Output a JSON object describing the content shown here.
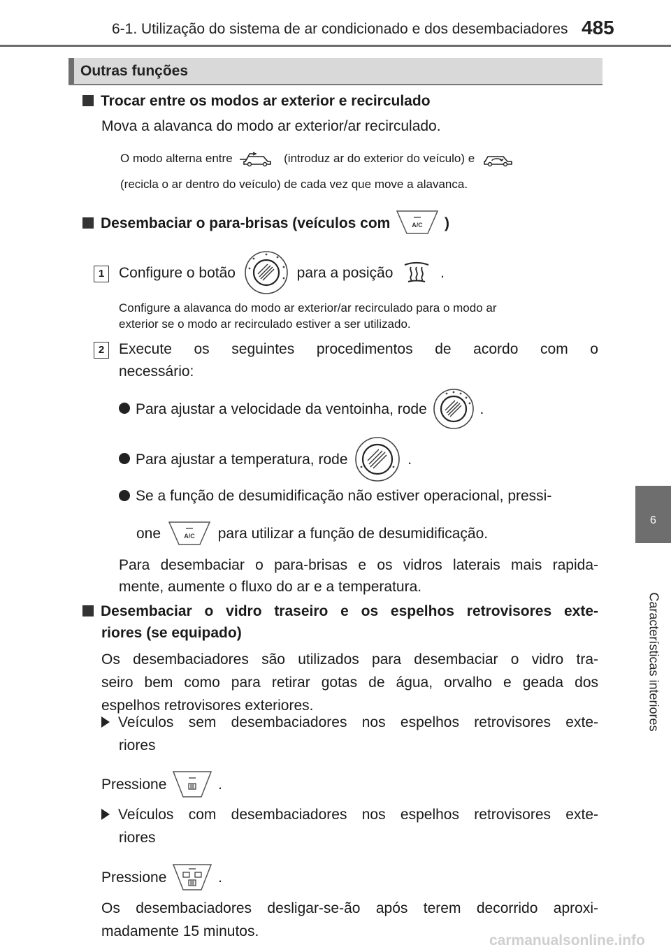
{
  "header": {
    "title": "6-1. Utilização do sistema de ar condicionado e dos desembaciadores",
    "page_number": "485"
  },
  "side_tab": {
    "number": "6",
    "label": "Características interiores"
  },
  "section": {
    "title": "Outras funções"
  },
  "switch_modes": {
    "heading": "Trocar entre os modos ar exterior e recirculado",
    "body": "Mova a alavanca do modo ar exterior/ar recirculado.",
    "note_part1": "O  modo  alterna  entre",
    "note_part2": "(introduz  ar  do  exterior  do  veículo)  e",
    "note_line2": "(recicla o ar dentro do veículo) de cada vez que move a alavanca.",
    "icons": [
      "outside-air-icon",
      "recirculated-air-icon"
    ]
  },
  "defog_windshield": {
    "heading_part1": "Desembaciar o para-brisas (veículos com",
    "heading_part2": ")",
    "step1_num": "1",
    "step1_part1": "Configure o botão",
    "step1_part2": "para a posição",
    "step1_part3": ".",
    "step1_note_line1": "Configure a alavanca do modo ar exterior/ar recirculado para o modo ar",
    "step1_note_line2": "exterior se o modo ar recirculado estiver a ser utilizado.",
    "step2_num": "2",
    "step2_line1": "Execute   os   seguintes   procedimentos   de   acordo   com   o",
    "step2_line2": "necessário:",
    "bullet1_part1": "Para ajustar a velocidade da ventoinha, rode",
    "bullet1_part2": ".",
    "bullet2_part1": "Para ajustar a temperatura, rode",
    "bullet2_part2": ".",
    "bullet3_line1": "Se a função de desumidificação não estiver operacional, pressi-",
    "bullet3_part1": "one",
    "bullet3_part2": "para utilizar a função de desumidificação.",
    "tip_line1": "Para desembaciar o para-brisas e os vidros laterais mais rapida-",
    "tip_line2": "mente, aumente o fluxo do ar e a temperatura.",
    "icons": [
      "ac-button-icon",
      "mode-dial-icon",
      "windshield-defog-icon",
      "fan-speed-dial-icon",
      "temperature-dial-icon"
    ]
  },
  "rear_defog": {
    "heading_line1": "Desembaciar  o  vidro  traseiro  e  os  espelhos  retrovisores  exte-",
    "heading_line2": "riores (se equipado)",
    "body_line1": "Os  desembaciadores  são  utilizados  para  desembaciar  o  vidro  tra-",
    "body_line2": "seiro  bem  como  para  retirar  gotas  de  água,  orvalho  e  geada  dos",
    "body_line3": "espelhos retrovisores exteriores.",
    "case1_line1": "Veículos  sem  desembaciadores  nos  espelhos  retrovisores  exte-",
    "case1_line2": "riores",
    "press1_part1": "Pressione",
    "press1_part2": ".",
    "case2_line1": "Veículos  com  desembaciadores  nos  espelhos  retrovisores  exte-",
    "case2_line2": "riores",
    "press2_part1": "Pressione",
    "press2_part2": ".",
    "final_line1": "Os  desembaciadores  desligar-se-ão  após  terem  decorrido  aproxi-",
    "final_line2": "madamente 15 minutos.",
    "icons": [
      "rear-defogger-button-icon",
      "rear-and-mirror-defogger-button-icon"
    ]
  },
  "ac_label": "A/C",
  "watermark": "carmanualsonline.info"
}
